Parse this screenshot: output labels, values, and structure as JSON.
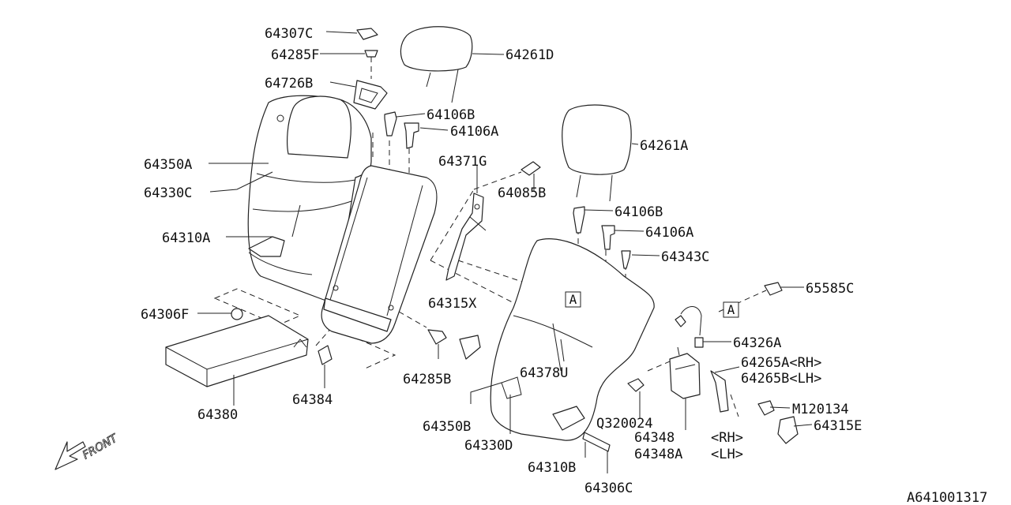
{
  "diagram_code": "A641001317",
  "front_label": "FRONT",
  "ref_box_label": "A",
  "labels": {
    "p64307C": "64307C",
    "p64285F": "64285F",
    "p64726B": "64726B",
    "p64106B_top": "64106B",
    "p64106A_top": "64106A",
    "p64261D": "64261D",
    "p64261A": "64261A",
    "p64350A": "64350A",
    "p64330C": "64330C",
    "p64310A": "64310A",
    "p64371G": "64371G",
    "p64085B": "64085B",
    "p64106B_mid": "64106B",
    "p64106A_mid": "64106A",
    "p64343C": "64343C",
    "p65585C": "65585C",
    "p64306F": "64306F",
    "p64315X": "64315X",
    "p64326A": "64326A",
    "p64265A": "64265A<RH>",
    "p64265B": "64265B<LH>",
    "p64285B": "64285B",
    "p64378U": "64378U",
    "p64384": "64384",
    "p64380": "64380",
    "p64350B": "64350B",
    "p64330D": "64330D",
    "pQ320024": "Q320024",
    "pM120134": "M120134",
    "p64315E": "64315E",
    "p64348": "64348",
    "p64348_rh": "<RH>",
    "p64348A": "64348A",
    "p64348A_lh": "<LH>",
    "p64310B": "64310B",
    "p64306C": "64306C"
  }
}
